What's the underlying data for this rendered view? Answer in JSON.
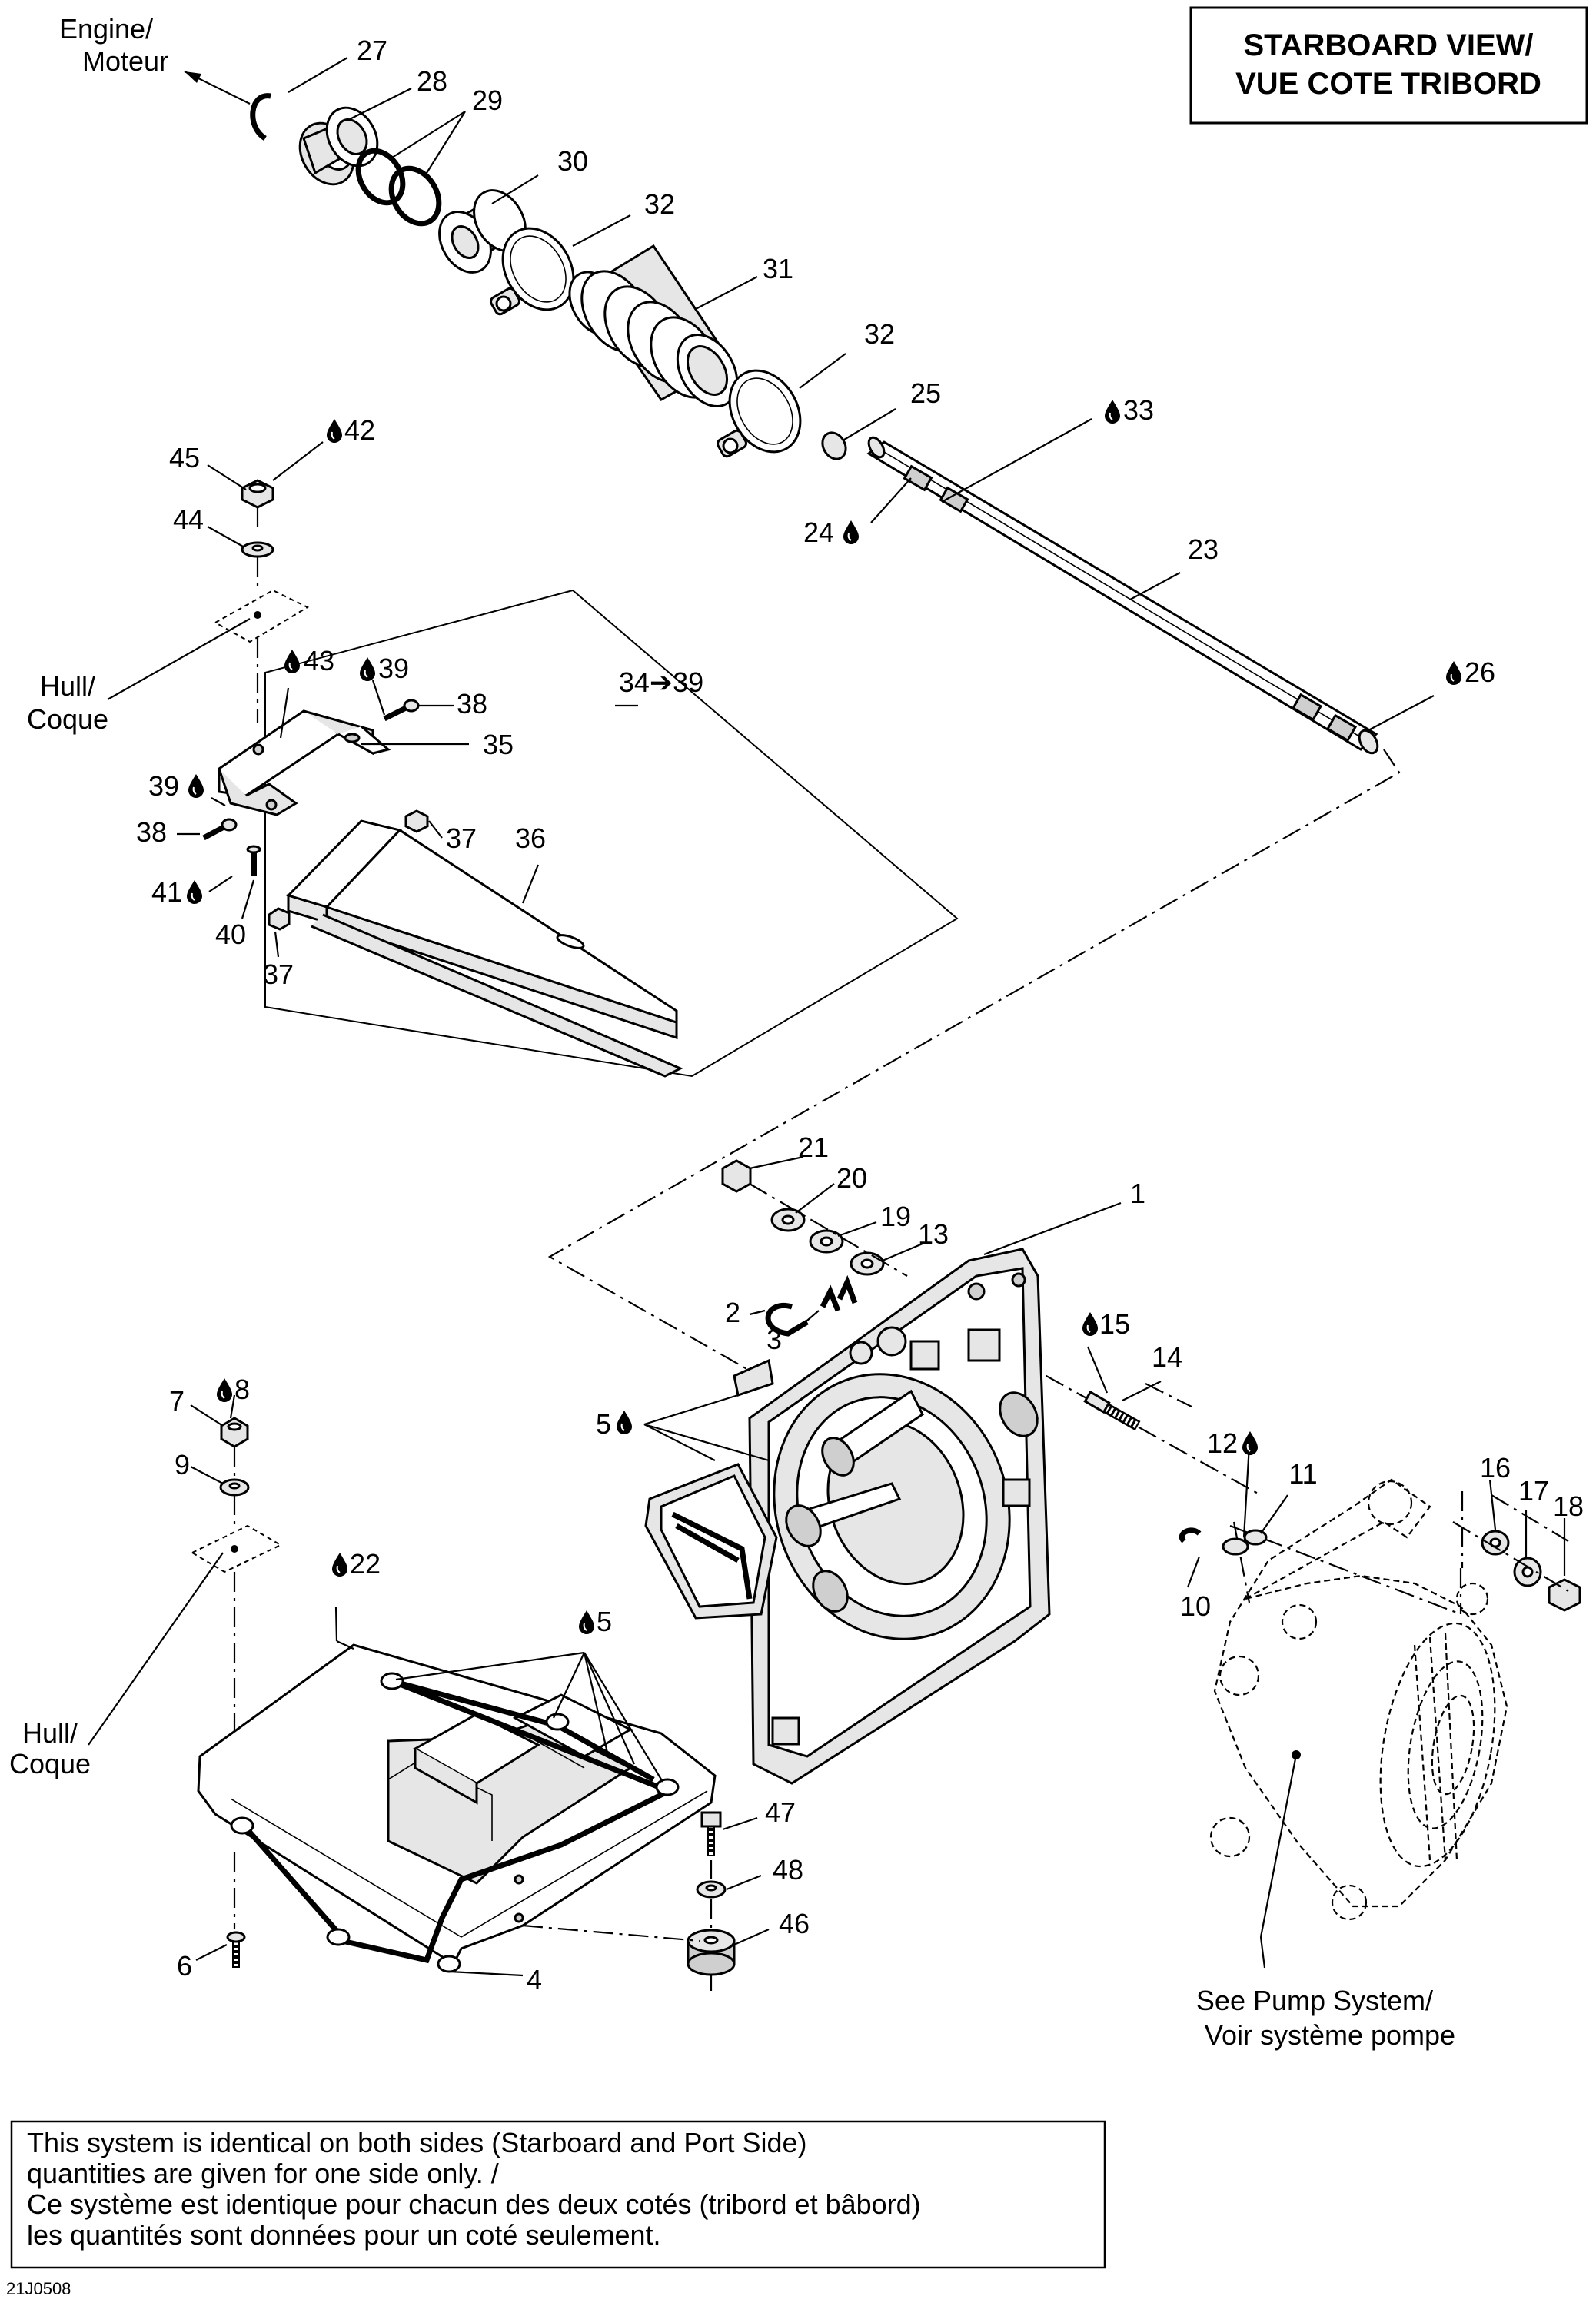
{
  "view_title_line1": "STARBOARD VIEW/",
  "view_title_line2": "VUE COTE TRIBORD",
  "engine_line1": "Engine/",
  "engine_line2": "Moteur",
  "hull_line1": "Hull/",
  "hull_line2": "Coque",
  "hull2_line1": "Hull/",
  "hull2_line2": "Coque",
  "pump_line1": "See Pump System/",
  "pump_line2": "Voir système pompe",
  "footnote": [
    "This system is identical on both sides (Starboard and Port Side)",
    "quantities are given for one side only. /",
    "Ce système est identique pour chacun des deux cotés (tribord et bâbord)",
    "les quantités sont données pour un coté seulement."
  ],
  "drawing_code": "21J0508",
  "callouts": {
    "c1": "1",
    "c2": "2",
    "c3": "3",
    "c4": "4",
    "c5a": "5",
    "c5b": "5",
    "c6": "6",
    "c7": "7",
    "c8": "8",
    "c9": "9",
    "c10": "10",
    "c11": "11",
    "c12": "12",
    "c13": "13",
    "c14": "14",
    "c15": "15",
    "c16": "16",
    "c17": "17",
    "c18": "18",
    "c19": "19",
    "c20": "20",
    "c21": "21",
    "c22": "22",
    "c23": "23",
    "c24": "24",
    "c25": "25",
    "c26": "26",
    "c27": "27",
    "c28": "28",
    "c29": "29",
    "c30": "30",
    "c31": "31",
    "c32a": "32",
    "c32b": "32",
    "c33": "33",
    "c34_39": "34➔39",
    "c35": "35",
    "c36": "36",
    "c37a": "37",
    "c37b": "37",
    "c38a": "38",
    "c38b": "38",
    "c39a": "39",
    "c39b": "39",
    "c40": "40",
    "c41": "41",
    "c42": "42",
    "c43": "43",
    "c44": "44",
    "c45": "45",
    "c46": "46",
    "c47": "47",
    "c48": "48"
  },
  "icons": {
    "lubricant": "drop-icon"
  }
}
